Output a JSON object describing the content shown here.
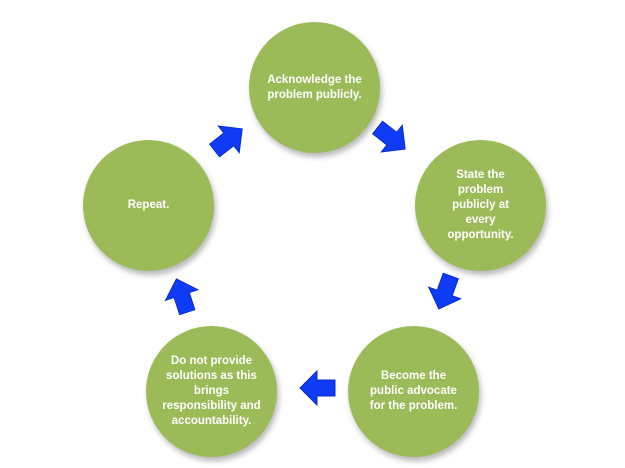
{
  "diagram": {
    "type": "cycle",
    "colors": {
      "node_fill": "#9bbb59",
      "node_text": "#ffffff",
      "arrow_fill": "#0f3bf5",
      "arrow_stroke": "#0a2dc8"
    },
    "steps": [
      {
        "label": "Acknowledge the problem publicly."
      },
      {
        "label": "State the problem publicly at every opportunity."
      },
      {
        "label": "Become the public advocate for the problem."
      },
      {
        "label": "Do not provide solutions as this brings responsibility and accountability."
      },
      {
        "label": "Repeat."
      }
    ],
    "connector_icon": "block-arrow-icon"
  }
}
